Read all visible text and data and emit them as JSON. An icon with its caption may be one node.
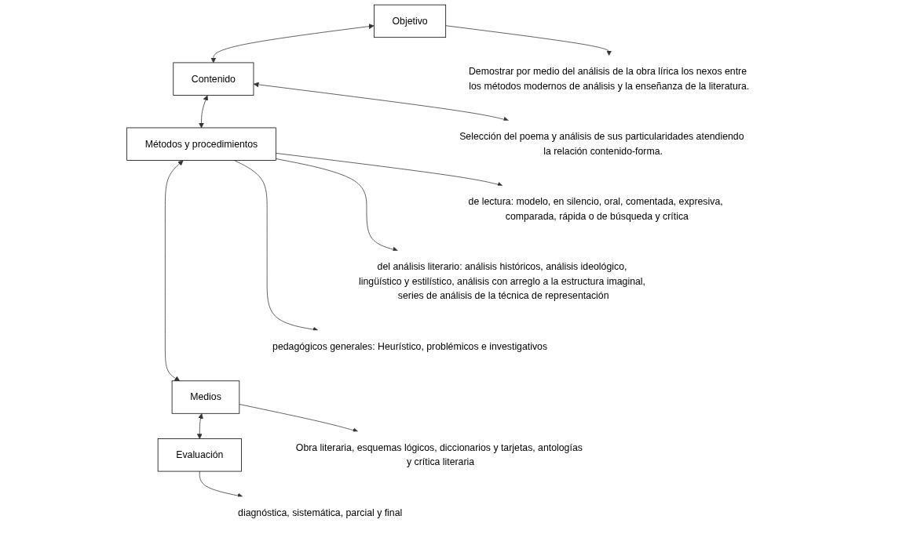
{
  "diagram": {
    "nodes": [
      {
        "text": [
          "Objetivo"
        ]
      },
      {
        "text": [
          "Contenido"
        ]
      },
      {
        "text": [
          "Métodos y procedimientos"
        ]
      },
      {
        "text": [
          "Medios"
        ]
      },
      {
        "text": [
          "Evaluación"
        ]
      },
      {
        "text": [
          "Demostrar por medio del análisis de la obra lírica los nexos entre los métodos modernos de análisis y la enseñanza de la literatura."
        ]
      },
      {
        "text": [
          "Selección del poema y análisis de sus particularidades atendiendo la relación contenido-forma."
        ]
      },
      {
        "text": [
          "de lectura: modelo, en silencio, oral, comentada, expresiva, comparada, rápida o de búsqueda y crítica"
        ]
      },
      {
        "text": [
          "del análisis literario: análisis históricos, análisis ideológico, lingüístico y estilístico, análisis con arreglo a la estructura imaginal, series de análisis de la técnica de representación"
        ]
      },
      {
        "text": [
          "pedagógicos generales: Heurístico, problémicos e investigativos"
        ]
      },
      {
        "text": [
          "Obra literaria, esquemas lógicos, diccionarios y tarjetas, antologías y crítica literaria"
        ]
      },
      {
        "text": [
          "diagnóstica, sistemática, parcial y final"
        ]
      }
    ],
    "edges": [
      {
        "from": 0,
        "to": 5,
        "arrow": "to"
      },
      {
        "from": 0,
        "to": 1,
        "arrow": "both"
      },
      {
        "from": 1,
        "to": 6,
        "arrow": "both"
      },
      {
        "from": 1,
        "to": 2,
        "arrow": "both"
      },
      {
        "from": 2,
        "to": 7,
        "arrow": "to"
      },
      {
        "from": 2,
        "to": 8,
        "arrow": "to"
      },
      {
        "from": 2,
        "to": 9,
        "arrow": "to"
      },
      {
        "from": 2,
        "to": 3,
        "arrow": "both"
      },
      {
        "from": 3,
        "to": 10,
        "arrow": "to"
      },
      {
        "from": 3,
        "to": 4,
        "arrow": "both"
      },
      {
        "from": 4,
        "to": 11,
        "arrow": "to"
      }
    ]
  }
}
